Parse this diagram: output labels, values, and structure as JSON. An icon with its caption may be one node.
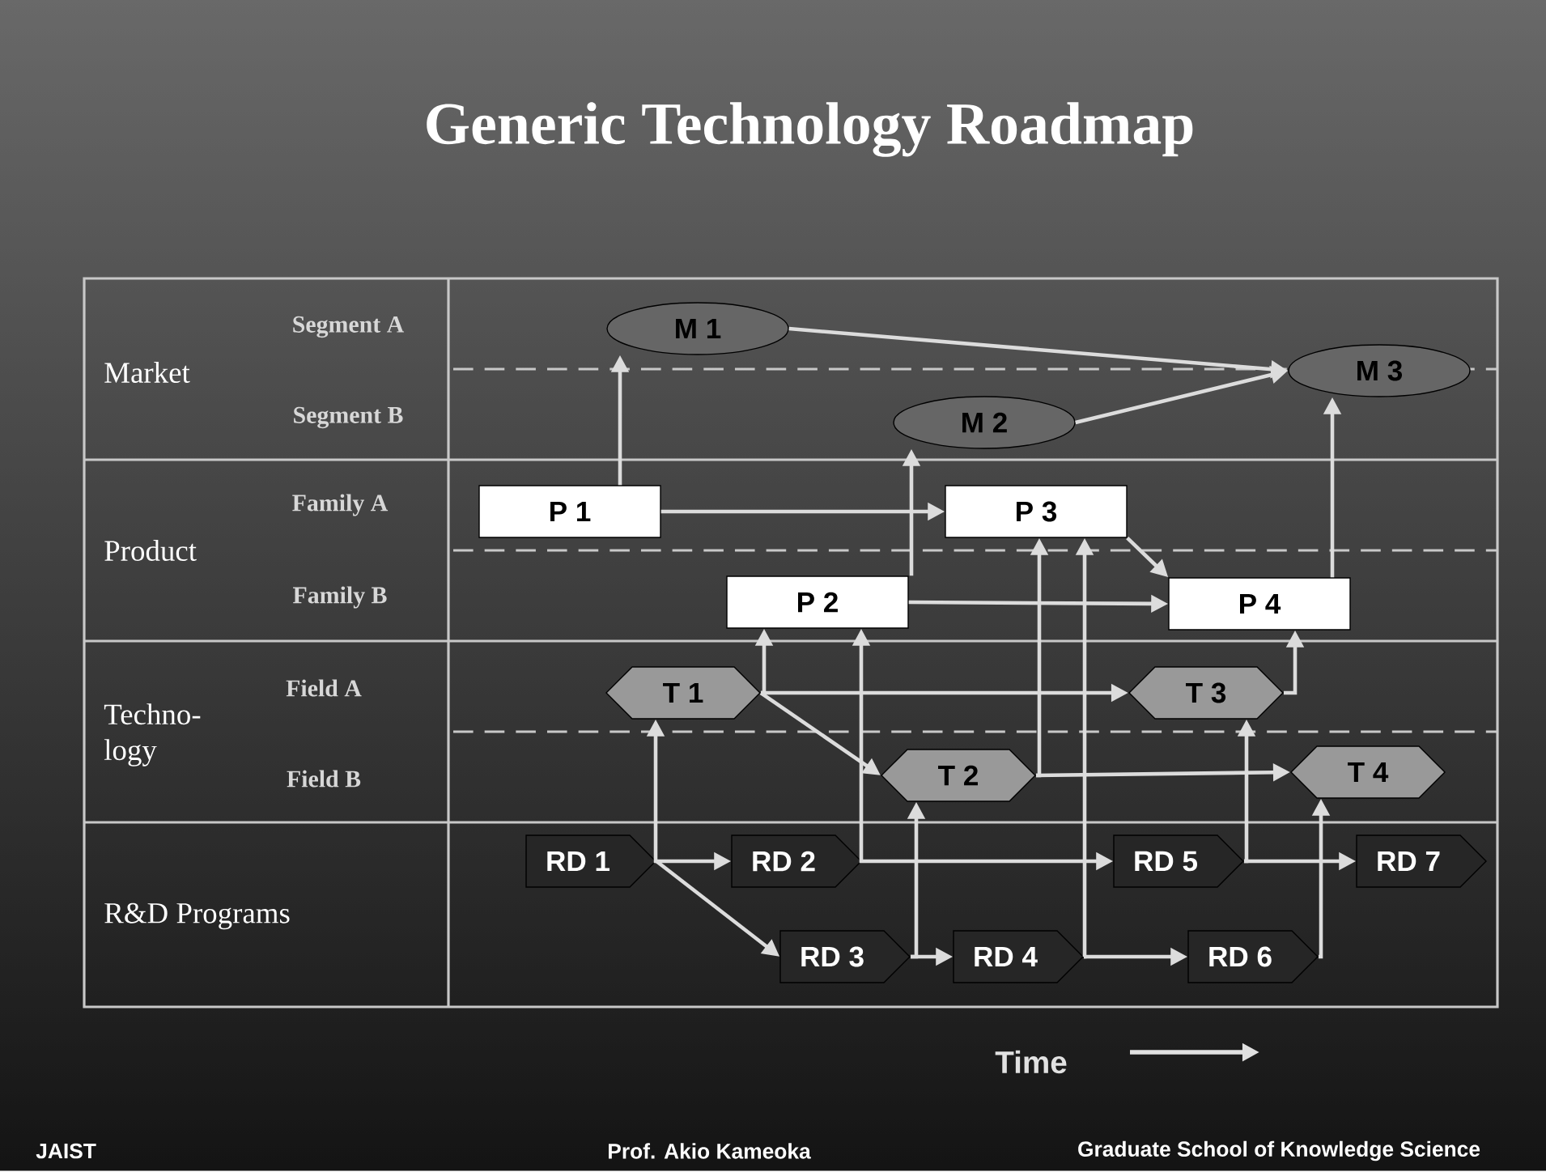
{
  "diagram": {
    "title": "Generic Technology Roadmap",
    "nodes": [
      {
        "text": [
          "M 1"
        ]
      },
      {
        "text": [
          "M 2"
        ]
      },
      {
        "text": [
          "M 3"
        ]
      },
      {
        "text": [
          "P 1"
        ]
      },
      {
        "text": [
          "P 3"
        ]
      },
      {
        "text": [
          "P 2"
        ]
      },
      {
        "text": [
          "P 4"
        ]
      },
      {
        "text": [
          "T 1"
        ]
      },
      {
        "text": [
          "T 3"
        ]
      },
      {
        "text": [
          "T 2"
        ]
      },
      {
        "text": [
          "T 4"
        ]
      },
      {
        "text": [
          "RD 1"
        ]
      },
      {
        "text": [
          "RD 2"
        ]
      },
      {
        "text": [
          "RD 5"
        ]
      },
      {
        "text": [
          "RD 7"
        ]
      },
      {
        "text": [
          "RD 3"
        ]
      },
      {
        "text": [
          "RD 4"
        ]
      },
      {
        "text": [
          "RD 6"
        ]
      }
    ],
    "edges": [
      {
        "from": 3,
        "to": 0,
        "arrow": "to"
      },
      {
        "from": 0,
        "to": 2,
        "arrow": "to"
      },
      {
        "from": 1,
        "to": 2,
        "arrow": "to"
      },
      {
        "from": 5,
        "to": 1,
        "arrow": "to"
      },
      {
        "from": 3,
        "to": 4,
        "arrow": "to"
      },
      {
        "from": 4,
        "to": 6,
        "arrow": "to"
      },
      {
        "from": 5,
        "to": 6,
        "arrow": "to"
      },
      {
        "from": 6,
        "to": 2,
        "arrow": "to"
      },
      {
        "from": 7,
        "to": 5,
        "arrow": "to"
      },
      {
        "from": 7,
        "to": 8,
        "arrow": "to"
      },
      {
        "from": 7,
        "to": 9,
        "arrow": "to"
      },
      {
        "from": 11,
        "to": 7,
        "arrow": "to"
      },
      {
        "from": 11,
        "to": 12,
        "arrow": "to"
      },
      {
        "from": 11,
        "to": 15,
        "arrow": "to"
      },
      {
        "from": 12,
        "to": 5,
        "arrow": "to"
      },
      {
        "from": 12,
        "to": 13,
        "arrow": "to"
      },
      {
        "from": 15,
        "to": 9,
        "arrow": "to"
      },
      {
        "from": 15,
        "to": 16,
        "arrow": "to"
      },
      {
        "from": 9,
        "to": 4,
        "arrow": "to"
      },
      {
        "from": 9,
        "to": 10,
        "arrow": "to"
      },
      {
        "from": 16,
        "to": 4,
        "arrow": "to"
      },
      {
        "from": 16,
        "to": 17,
        "arrow": "to"
      },
      {
        "from": 13,
        "to": 8,
        "arrow": "to"
      },
      {
        "from": 13,
        "to": 14,
        "arrow": "to"
      },
      {
        "from": 8,
        "to": 6,
        "arrow": "to"
      },
      {
        "from": 17,
        "to": 10,
        "arrow": "to"
      }
    ],
    "labels": [
      "Segment A",
      "Market",
      "Segment B",
      "Family A",
      "Product",
      "Family B",
      "Field A",
      "Techno- logy",
      "Field B",
      "R&D Programs",
      "Time",
      "JAIST",
      "Prof. Akio Kameoka",
      "Graduate School of Knowledge Science"
    ]
  }
}
